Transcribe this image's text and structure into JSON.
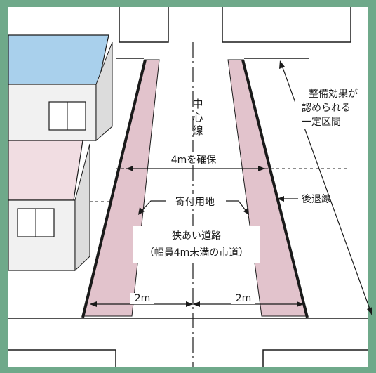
{
  "diagram": {
    "labels": {
      "center_line": "中心線",
      "width_secured": "4mを確保",
      "donated_land": "寄付用地",
      "setback_line": "後退線",
      "narrow_road_line1": "狭あい道路",
      "narrow_road_line2": "（幅員4m未満の市道）",
      "left_offset": "2m",
      "right_offset": "2m",
      "section_line1": "整備効果が",
      "section_line2": "認められる",
      "section_line3": "一定区間"
    },
    "colors": {
      "frame": "#6fa98a",
      "paper": "#ffffff",
      "donated_area": "#e2c3cc",
      "house_roof": "#a9d0ec",
      "house_wall_upper": "#f1f1f1",
      "house_wall_lower": "#f1dde2",
      "line": "#1a1a1a"
    }
  }
}
